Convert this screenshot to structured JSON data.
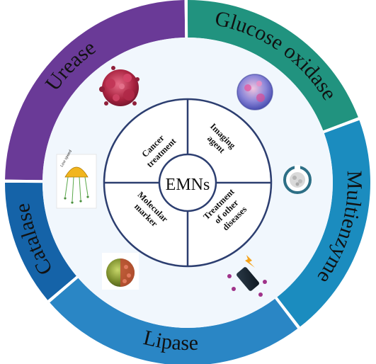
{
  "center": {
    "label": "EMNs"
  },
  "enzymes": [
    {
      "name": "Urease",
      "color": "#6a3a97"
    },
    {
      "name": "Glucose oxidase",
      "color": "#21937f"
    },
    {
      "name": "Multienzyme",
      "color": "#1b8cbf"
    },
    {
      "name": "Lipase",
      "color": "#2a86c5"
    },
    {
      "name": "Catalase",
      "color": "#1563a8"
    }
  ],
  "applications": [
    {
      "lines": [
        "Cancer",
        "treatment"
      ]
    },
    {
      "lines": [
        "Imaging",
        "agent"
      ]
    },
    {
      "lines": [
        "Treatment",
        "of other",
        "diseases"
      ]
    },
    {
      "lines": [
        "Molecular",
        "marker"
      ]
    }
  ],
  "icons": [
    {
      "name": "urease-nanomotor-icon"
    },
    {
      "name": "glucose-oxidase-nanomotor-icon"
    },
    {
      "name": "multienzyme-nanomotor-icon"
    },
    {
      "name": "lipase-nanomotor-icon"
    },
    {
      "name": "catalase-nanomotor-icon"
    },
    {
      "name": "jellyfish-nanomotor-icon",
      "text": "Low speed"
    }
  ],
  "colors": {
    "inner_bg": "#f1f7fd",
    "divider": "#2c3e70",
    "separator": "#ffffff"
  }
}
